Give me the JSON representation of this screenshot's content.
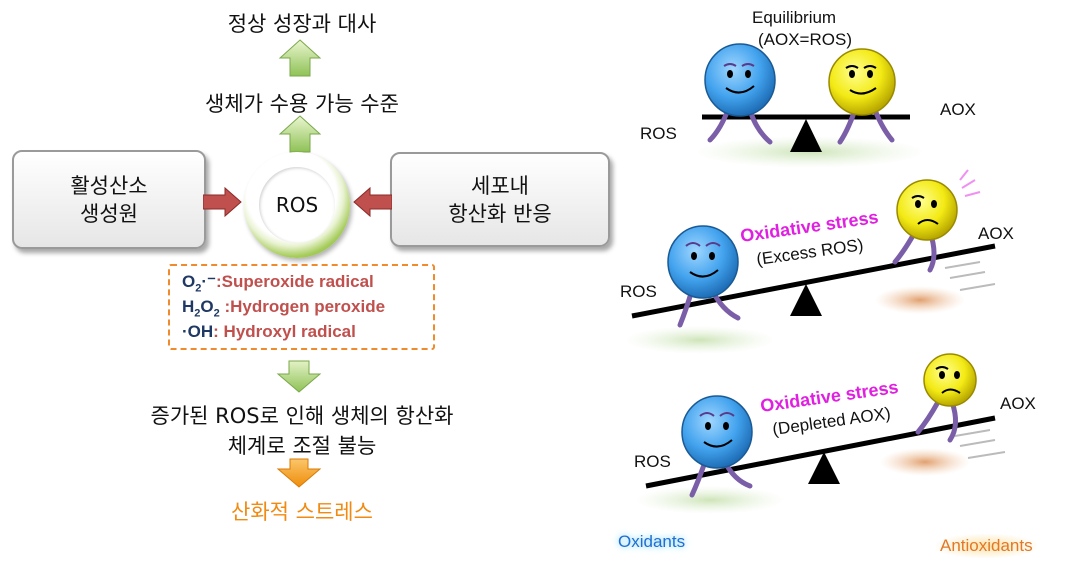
{
  "flow": {
    "top_label": "정상 성장과 대사",
    "mid_label": "생체가 수용 가능 수준",
    "center_label": "ROS",
    "left_box": [
      "활성산소",
      "생성원"
    ],
    "right_box": [
      "세포내",
      "항산화 반응"
    ],
    "bottom_label": [
      "증가된 ROS로 인해 생체의 항산화",
      "체계로 조절 불능"
    ],
    "result_label": "산화적 스트레스"
  },
  "legend": [
    {
      "formula_main": "O",
      "formula_sub": "2",
      "formula_tail": "·⁻",
      "desc": ":Superoxide radical"
    },
    {
      "formula_main": "H",
      "formula_sub": "2",
      "formula_mid": "O",
      "formula_sub2": "2",
      "desc": " :Hydrogen peroxide"
    },
    {
      "formula_main": "·OH",
      "desc": ": Hydroxyl radical"
    }
  ],
  "balance": {
    "equilibrium_title": "Equilibrium",
    "equilibrium_sub": "(AOX=ROS)",
    "panel1_left": "ROS",
    "panel1_right": "AOX",
    "panel2_left": "ROS",
    "panel2_right": "AOX",
    "panel2_stress": "Oxidative stress",
    "panel2_paren": "(Excess ROS)",
    "panel3_left": "ROS",
    "panel3_right": "AOX",
    "panel3_stress": "Oxidative stress",
    "panel3_paren": "(Depleted AOX)",
    "footer_left": "Oxidants",
    "footer_right": "Antioxidants"
  },
  "colors": {
    "ros_face": "#4aa8f0",
    "aox_face": "#f2ea1a",
    "arrow_green": "#a9d36b",
    "arrow_red": "#c0504d",
    "arrow_orange": "#f59b12",
    "stress_text": "#e020e0",
    "legend_border": "#f08a2a"
  }
}
